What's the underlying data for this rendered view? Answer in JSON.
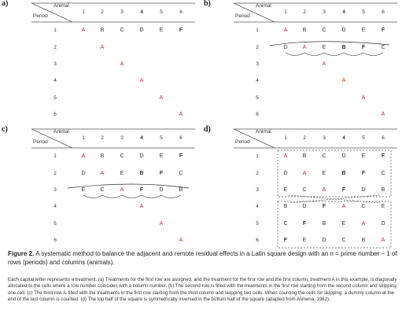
{
  "header": {
    "animal_label": "Animal",
    "period_label": "Period"
  },
  "columns": [
    "1",
    "2",
    "3",
    "4",
    "5",
    "6"
  ],
  "rows": [
    "1",
    "2",
    "3",
    "4",
    "5",
    "6"
  ],
  "panels": [
    {
      "label": "a)",
      "cells": [
        [
          "A",
          "B",
          "C",
          "D",
          "E",
          "F"
        ],
        [
          "",
          "A",
          "",
          "",
          "",
          ""
        ],
        [
          "",
          "",
          "A",
          "",
          "",
          ""
        ],
        [
          "",
          "",
          "",
          "A",
          "",
          ""
        ],
        [
          "",
          "",
          "",
          "",
          "A",
          ""
        ],
        [
          "",
          "",
          "",
          "",
          "",
          "A"
        ]
      ]
    },
    {
      "label": "b)",
      "cells": [
        [
          "A",
          "B",
          "C",
          "D",
          "E",
          "F"
        ],
        [
          "D",
          "A",
          "E",
          "B",
          "F",
          "C"
        ],
        [
          "",
          "",
          "A",
          "",
          "",
          ""
        ],
        [
          "",
          "",
          "",
          "A",
          "",
          ""
        ],
        [
          "",
          "",
          "",
          "",
          "A",
          ""
        ],
        [
          "",
          "",
          "",
          "",
          "",
          "A"
        ]
      ]
    },
    {
      "label": "c)",
      "cells": [
        [
          "A",
          "B",
          "C",
          "D",
          "E",
          "F"
        ],
        [
          "D",
          "A",
          "E",
          "B",
          "F",
          "C"
        ],
        [
          "E",
          "C",
          "A",
          "F",
          "D",
          "B"
        ],
        [
          "",
          "",
          "",
          "A",
          "",
          ""
        ],
        [
          "",
          "",
          "",
          "",
          "A",
          ""
        ],
        [
          "",
          "",
          "",
          "",
          "",
          "A"
        ]
      ]
    },
    {
      "label": "d)",
      "cells": [
        [
          "A",
          "B",
          "C",
          "D",
          "E",
          "F"
        ],
        [
          "D",
          "A",
          "E",
          "B",
          "F",
          "C"
        ],
        [
          "E",
          "C",
          "A",
          "F",
          "D",
          "B"
        ],
        [
          "B",
          "D",
          "F",
          "A",
          "C",
          "E"
        ],
        [
          "C",
          "F",
          "B",
          "E",
          "A",
          "D"
        ],
        [
          "F",
          "E",
          "D",
          "C",
          "B",
          "A"
        ]
      ]
    }
  ],
  "caption": {
    "figure_label": "Figure 2.",
    "text": "A systematic method to balance the adjacent and remote residual effects in a Latin square design with an n = prime number – 1 of rows (periods) and columns (animals)."
  },
  "notes": "Each capital letter represents a treatment. (a) Treatments for the first row are assigned, and the treatment for the first row and the first column, treatment A in this example, is diagonally allocated to the cells where a row number coincides with a column number. (b) The second row is filled with the treatments in the first row starting from the second column and skipping one cell. (c) The third row is filled with the treatments in the first row starting from the third column and skipping two cells. When counting the cells for skipping, a dummy column at the end of the last column is counted. (d) The top half of the square is symmetrically inversed in the bottom half of the square (adapted from Alimena, 1962).",
  "colors": {
    "treatment_highlight": "#e0201b",
    "text": "#333333",
    "rule": "#444444"
  }
}
